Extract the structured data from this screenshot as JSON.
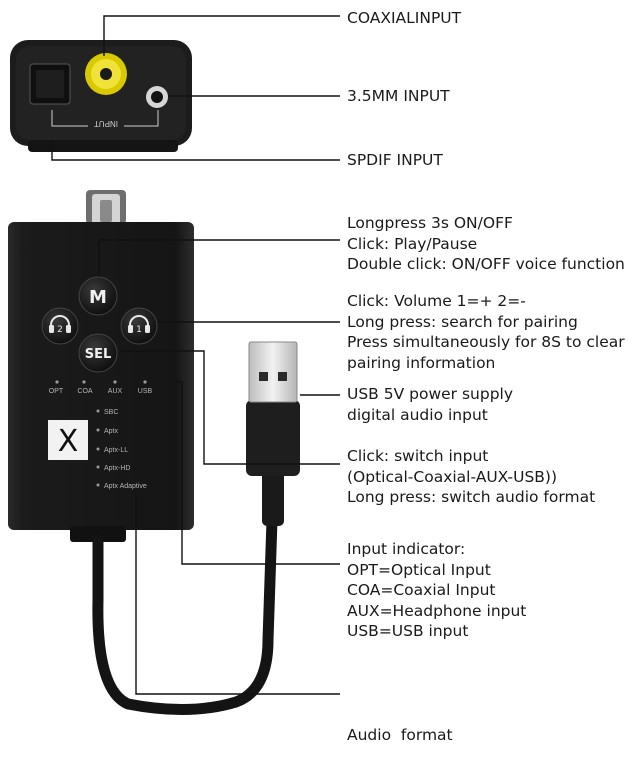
{
  "labels": {
    "coaxial_input": "COAXIALINPUT",
    "mm35_input": "3.5MM INPUT",
    "spdif_input": "SPDIF INPUT",
    "m_button": [
      "Longpress 3s ON/OFF",
      "Click: Play/Pause",
      "Double click: ON/OFF voice function"
    ],
    "volume_buttons": [
      "Click: Volume 1=+ 2=-",
      "Long press: search for pairing",
      "Press simultaneously for 8S to clear",
      "pairing information"
    ],
    "usb": [
      "USB 5V power supply",
      "digital audio input"
    ],
    "sel_button": [
      "Click: switch input",
      "(Optical-Coaxial-AUX-USB))",
      "Long press: switch audio format"
    ],
    "input_indicator": [
      "Input indicator:",
      "OPT=Optical Input",
      "COA=Coaxial Input",
      "AUX=Headphone input",
      "USB=USB input"
    ],
    "audio_format": "Audio  format"
  },
  "device": {
    "back_panel_label": "INPUT",
    "button_m": "M",
    "button_sel": "SEL",
    "button_1": "1",
    "button_2": "2",
    "indicators": [
      "OPT",
      "COA",
      "AUX",
      "USB"
    ],
    "formats": [
      "SBC",
      "Aptx",
      "Aptx-LL",
      "Aptx-HD",
      "Aptx Adaptive"
    ],
    "logo_glyph": "X"
  }
}
